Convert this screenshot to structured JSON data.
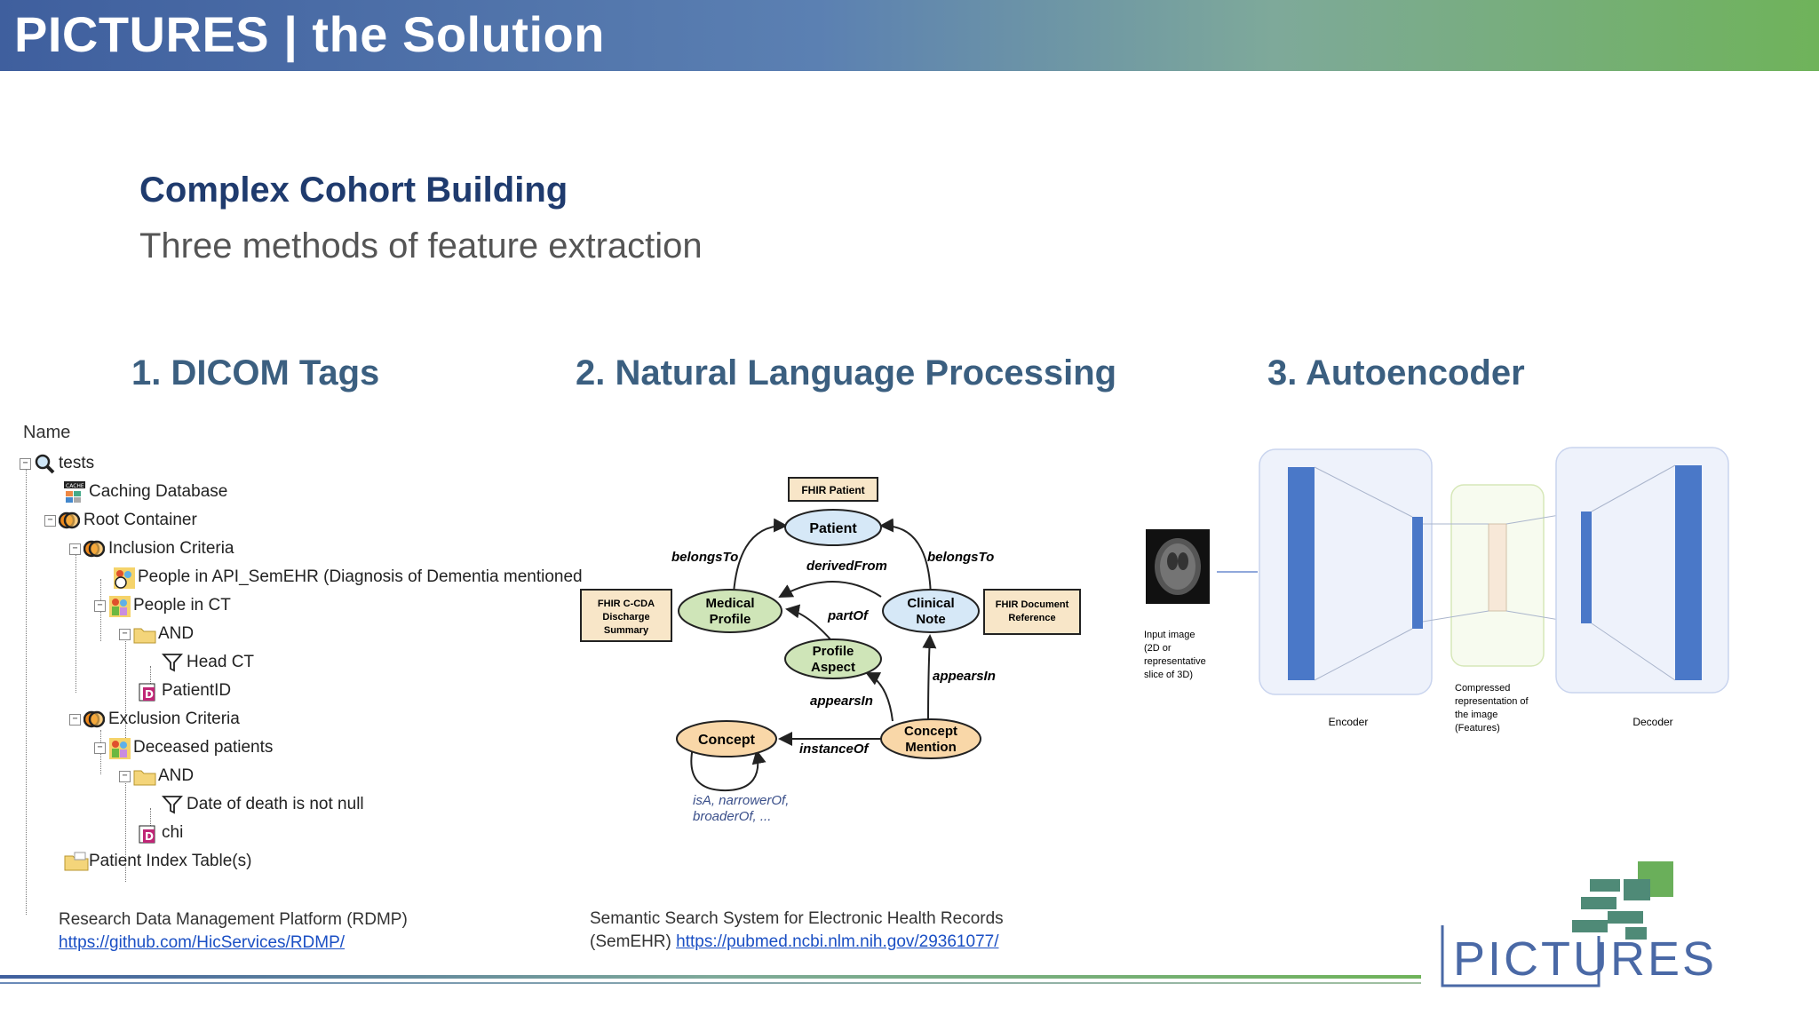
{
  "header": {
    "title": "PICTURES | the Solution"
  },
  "section": {
    "title": "Complex Cohort Building",
    "subtitle": "Three methods of feature extraction"
  },
  "columns": {
    "dicom": "1. DICOM Tags",
    "nlp": "2. Natural Language Processing",
    "autoencoder": "3. Autoencoder"
  },
  "tree": {
    "header": "Name",
    "items": [
      {
        "label": "tests",
        "icon": "magnifier-icon"
      },
      {
        "label": "Caching Database",
        "icon": "cache-database-icon",
        "badge": "CACHE"
      },
      {
        "label": "Root Container",
        "icon": "container-icon"
      },
      {
        "label": "Inclusion Criteria",
        "icon": "container-icon"
      },
      {
        "label": "People in API_SemEHR (Diagnosis of Dementia mentioned",
        "icon": "cohort-icon"
      },
      {
        "label": "People in CT",
        "icon": "cohort-icon"
      },
      {
        "label": "AND",
        "icon": "folder-icon"
      },
      {
        "label": "Head CT",
        "icon": "filter-icon"
      },
      {
        "label": "PatientID",
        "icon": "identifier-icon"
      },
      {
        "label": "Exclusion Criteria",
        "icon": "container-icon"
      },
      {
        "label": "Deceased patients",
        "icon": "cohort-icon"
      },
      {
        "label": "AND",
        "icon": "folder-icon"
      },
      {
        "label": "Date of death is not null",
        "icon": "filter-icon"
      },
      {
        "label": "chi",
        "icon": "identifier-icon"
      },
      {
        "label": "Patient Index Table(s)",
        "icon": "folder-icon"
      }
    ]
  },
  "nlp": {
    "nodes": {
      "fhir_patient": "FHIR Patient",
      "patient": "Patient",
      "medical_profile": [
        "Medical",
        "Profile"
      ],
      "clinical_note": [
        "Clinical",
        "Note"
      ],
      "profile_aspect": [
        "Profile",
        "Aspect"
      ],
      "concept": "Concept",
      "concept_mention": [
        "Concept",
        "Mention"
      ],
      "fhir_ccda": [
        "FHIR C-CDA",
        "Discharge",
        "Summary"
      ],
      "fhir_docref": [
        "FHIR Document",
        "Reference"
      ]
    },
    "edges": {
      "belongs_left": "belongsTo",
      "belongs_right": "belongsTo",
      "derived_from": "derivedFrom",
      "part_of": "partOf",
      "appears_in_1": "appearsIn",
      "appears_in_2": "appearsIn",
      "instance_of": "instanceOf",
      "isa_line1": "isA, narrowerOf,",
      "isa_line2": "broaderOf, ..."
    }
  },
  "autoencoder": {
    "input_label": [
      "Input image",
      "(2D or",
      "representative",
      "slice of  3D)"
    ],
    "encoder": "Encoder",
    "decoder": "Decoder",
    "compressed": [
      "Compressed",
      "representation of",
      "the image",
      "(Features)"
    ]
  },
  "refs": {
    "rdmp_line": "Research Data Management Platform (RDMP)",
    "rdmp_url": "https://github.com/HicServices/RDMP/",
    "semehr_line": "Semantic Search System for Electronic Health Records",
    "semehr_prefix": "(SemEHR) ",
    "semehr_url": "https://pubmed.ncbi.nlm.nih.gov/29361077/"
  },
  "logo": {
    "text": "PICTURES"
  },
  "colors": {
    "title_navy": "#1f3b6e",
    "column_title": "#3b5f80",
    "node_blue": "#d6e8f7",
    "node_green": "#cfe5b8",
    "node_orange": "#f9d7a8",
    "box_tan": "#f8e6c8",
    "encoder_bar": "#4a78c8"
  }
}
